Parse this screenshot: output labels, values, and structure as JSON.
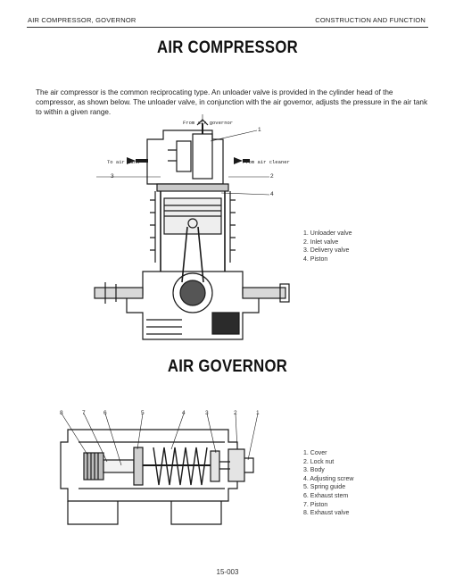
{
  "header": {
    "left": "AIR COMPRESSOR, GOVERNOR",
    "right": "CONSTRUCTION AND FUNCTION"
  },
  "compressor": {
    "title": "AIR COMPRESSOR",
    "intro": "The air compressor is the common reciprocating type. An unloader valve is provided in the cylinder head of the compressor, as shown below. The unloader valve, in conjunction with the air governor, adjusts the pressure in the air tank to within a given range.",
    "callouts": {
      "from_governor": "From air governor",
      "to_tank": "To air tank",
      "from_cleaner": "From air cleaner"
    },
    "numbers": [
      "1",
      "2",
      "3",
      "4"
    ],
    "legend": [
      "1. Unloader valve",
      "2. Inlet valve",
      "3. Delivery valve",
      "4. Piston"
    ]
  },
  "governor": {
    "title": "AIR GOVERNOR",
    "numbers": [
      "8",
      "7",
      "6",
      "5",
      "4",
      "3",
      "2",
      "1"
    ],
    "legend": [
      "1. Cover",
      "2. Lock nut",
      "3. Body",
      "4. Adjusting screw",
      "5. Spring guide",
      "6. Exhaust stem",
      "7. Piston",
      "8. Exhaust valve"
    ]
  },
  "footer": {
    "page_number": "15-003"
  }
}
